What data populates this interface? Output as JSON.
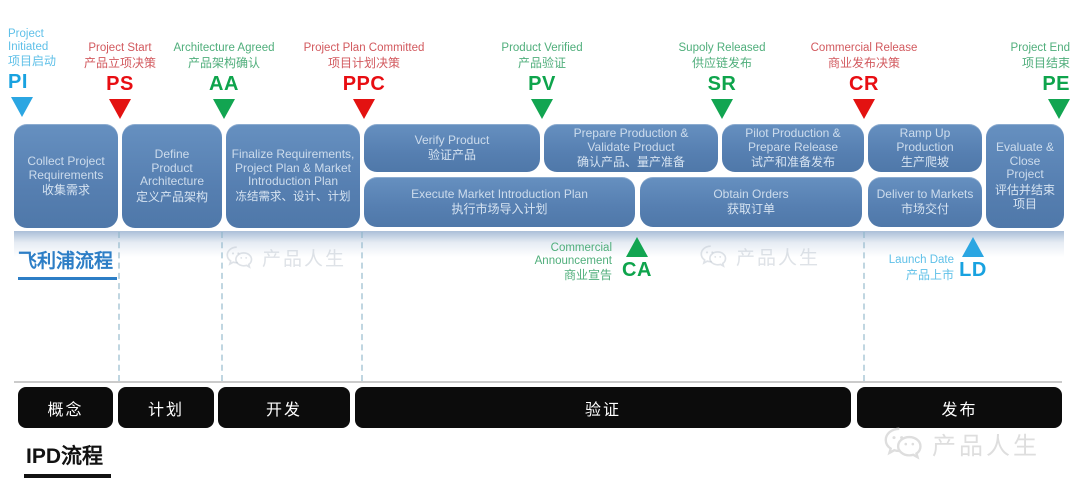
{
  "colors": {
    "cyan_marker": "#18a2e0",
    "red_marker": "#e80d12",
    "green_marker": "#0ea44c",
    "box_blue": "#567fb1",
    "philips_blue": "#2d7ec6",
    "phase_bar_black": "#0c0c0c"
  },
  "milestones": {
    "pi": {
      "en": "Project Initiated",
      "zh": "项目启动",
      "abbr": "PI"
    },
    "ps": {
      "en": "Project Start",
      "zh": "产品立项决策",
      "abbr": "PS"
    },
    "aa": {
      "en": "Architecture Agreed",
      "zh": "产品架构确认",
      "abbr": "AA"
    },
    "ppc": {
      "en": "Project Plan Committed",
      "zh": "项目计划决策",
      "abbr": "PPC"
    },
    "pv": {
      "en": "Product Verified",
      "zh": "产品验证",
      "abbr": "PV"
    },
    "sr": {
      "en": "Supoly Released",
      "zh": "供应链发布",
      "abbr": "SR"
    },
    "cr": {
      "en": "Commercial Release",
      "zh": "商业发布决策",
      "abbr": "CR"
    },
    "pe": {
      "en": "Project End",
      "zh": "项目结束",
      "abbr": "PE"
    },
    "ca": {
      "en": "Commercial Announcement",
      "zh": "商业宣告",
      "abbr": "CA"
    },
    "ld": {
      "en": "Launch Date",
      "zh": "产品上市",
      "abbr": "LD"
    }
  },
  "boxes": {
    "collect": {
      "en": "Collect Project Requirements",
      "zh": "收集需求"
    },
    "define": {
      "en": "Define Product Architecture",
      "zh": "定义产品架构"
    },
    "finalize": {
      "en": "Finalize Requirements, Project Plan & Market Introduction Plan",
      "zh": "冻结需求、设计、计划"
    },
    "verify": {
      "en": "Verify Product",
      "zh": "验证产品"
    },
    "prepare": {
      "en": "Prepare Production & Validate Product",
      "zh": "确认产品、量产准备"
    },
    "pilot": {
      "en": "Pilot Production & Prepare Release",
      "zh": "试产和准备发布"
    },
    "rampup": {
      "en": "Ramp Up Production",
      "zh": "生产爬坡"
    },
    "evaluate": {
      "en": "Evaluate & Close Project",
      "zh": "评估并结束项目"
    },
    "execute": {
      "en": "Execute Market Introduction Plan",
      "zh": "执行市场导入计划"
    },
    "orders": {
      "en": "Obtain Orders",
      "zh": "获取订单"
    },
    "deliver": {
      "en": "Deliver to Markets",
      "zh": "市场交付"
    }
  },
  "labels": {
    "philips": "飞利浦流程",
    "ipd": "IPD流程"
  },
  "phases": [
    "概念",
    "计划",
    "开发",
    "验证",
    "发布"
  ],
  "watermark": {
    "text": "产品人生"
  }
}
